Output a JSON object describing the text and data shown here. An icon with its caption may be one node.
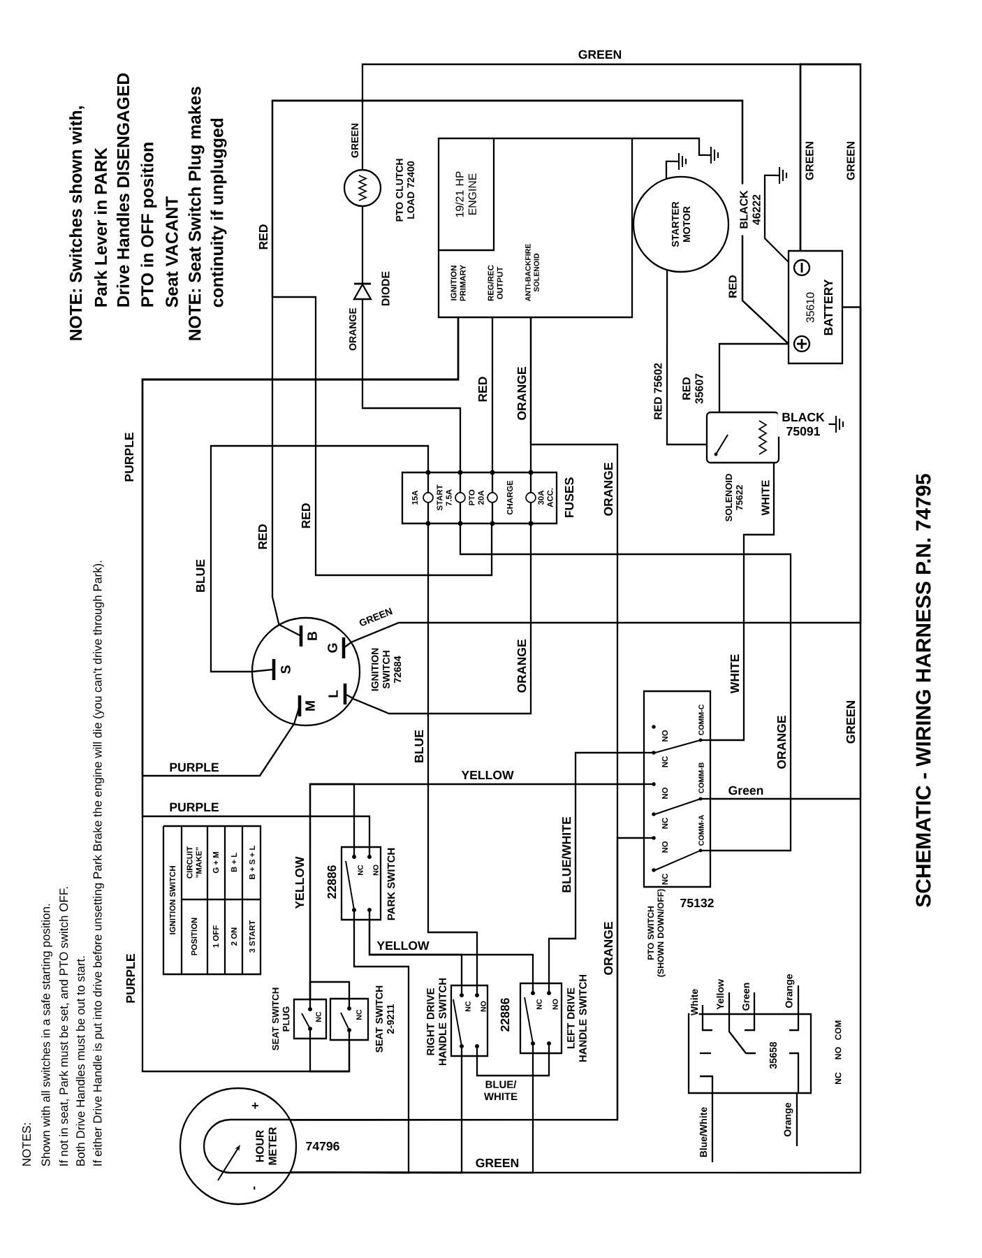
{
  "diagram": {
    "title": "SCHEMATIC - WIRING HARNESS P.N. 74795",
    "nodes": [
      {
        "text": [
          "19/21 HP ENGINE",
          "IGNITION PRIMARY",
          "REG/REC OUTPUT",
          "ANTI-BACKFIRE SOLENOID"
        ]
      },
      {
        "text": [
          "STARTER MOTOR"
        ]
      },
      {
        "text": [
          "35610",
          "BATTERY"
        ]
      },
      {
        "text": [
          "SOLENOID 75622"
        ]
      },
      {
        "text": [
          "PTO CLUTCH LOAD 72400"
        ]
      },
      {
        "text": [
          "DIODE"
        ]
      },
      {
        "text": [
          "15A",
          "START 7.5A",
          "PTO 20A",
          "CHARGE",
          "30A ACC.",
          "FUSES"
        ]
      },
      {
        "text": [
          "B",
          "S",
          "G",
          "M",
          "L",
          "IGNITION SWITCH 72684"
        ]
      },
      {
        "text": [
          "NO",
          "NC",
          "NO",
          "NC",
          "NO",
          "NC",
          "COMM-C",
          "COMM-B",
          "COMM-A",
          "75132",
          "PTO SWITCH (SHOWN DOWN/OFF)"
        ]
      },
      {
        "text": [
          "NC",
          "NO",
          "22886",
          "PARK SWITCH"
        ]
      },
      {
        "text": [
          "NC",
          "SEAT SWITCH PLUG"
        ]
      },
      {
        "text": [
          "NC",
          "SEAT SWITCH 2-9211"
        ]
      },
      {
        "text": [
          "NC",
          "NO",
          "RIGHT DRIVE HANDLE SWITCH"
        ]
      },
      {
        "text": [
          "NC",
          "NO",
          "LEFT DRIVE HANDLE SWITCH"
        ]
      },
      {
        "text": [
          "+",
          "HOUR METER",
          "-",
          "74796"
        ]
      },
      {
        "text": [
          "35658",
          "NC",
          "NO",
          "COM"
        ]
      },
      {
        "text": [],
        "shape": "ground"
      },
      {
        "text": [],
        "shape": "ground"
      },
      {
        "text": [],
        "shape": "ground"
      },
      {
        "text": [],
        "shape": "ground"
      }
    ],
    "edges": [
      {
        "from": 0,
        "to": 7,
        "arrow": "none",
        "label": "PURPLE"
      },
      {
        "from": 0,
        "to": 9,
        "arrow": "none",
        "label": "PURPLE"
      },
      {
        "from": 0,
        "to": 11,
        "arrow": "none",
        "label": "PURPLE"
      },
      {
        "from": 2,
        "to": 7,
        "arrow": "none",
        "label": "RED"
      },
      {
        "from": 2,
        "to": 6,
        "arrow": "none",
        "label": "RED"
      },
      {
        "from": 0,
        "to": 6,
        "arrow": "none",
        "label": "RED"
      },
      {
        "from": 0,
        "to": 6,
        "arrow": "none",
        "label": "ORANGE"
      },
      {
        "from": 5,
        "to": 6,
        "arrow": "none",
        "label": "ORANGE"
      },
      {
        "from": 4,
        "to": 5,
        "arrow": "none"
      },
      {
        "from": 4,
        "to": 2,
        "arrow": "none",
        "label": "GREEN"
      },
      {
        "from": 14,
        "to": 2,
        "arrow": "none",
        "label": "GREEN"
      },
      {
        "from": 9,
        "to": 14,
        "arrow": "none"
      },
      {
        "from": 12,
        "to": 14,
        "arrow": "none"
      },
      {
        "from": 12,
        "to": 13,
        "arrow": "none",
        "label": "BLUE/ WHITE"
      },
      {
        "from": 13,
        "to": 14,
        "arrow": "none"
      },
      {
        "from": 9,
        "to": 13,
        "arrow": "none",
        "label": "YELLOW"
      },
      {
        "from": 13,
        "to": 8,
        "arrow": "none",
        "label": "BLUE/WHITE"
      },
      {
        "from": 7,
        "to": 6,
        "arrow": "none",
        "label": "BLUE"
      },
      {
        "from": 6,
        "to": 12,
        "arrow": "none",
        "label": "BLUE"
      },
      {
        "from": 9,
        "to": 12,
        "arrow": "none"
      },
      {
        "from": 10,
        "to": 8,
        "arrow": "none",
        "label": "YELLOW"
      },
      {
        "from": 9,
        "to": 10,
        "arrow": "none",
        "label": "YELLOW"
      },
      {
        "from": 10,
        "to": 11,
        "arrow": "none"
      },
      {
        "from": 10,
        "to": 11,
        "arrow": "none"
      },
      {
        "from": 7,
        "to": 2,
        "arrow": "none",
        "label": "GREEN"
      },
      {
        "from": 7,
        "to": 6,
        "arrow": "none",
        "label": "ORANGE"
      },
      {
        "from": 3,
        "to": 8,
        "arrow": "none",
        "label": "WHITE"
      },
      {
        "from": 6,
        "to": 8,
        "arrow": "none",
        "label": "ORANGE"
      },
      {
        "from": 0,
        "to": 14,
        "arrow": "none",
        "label": "ORANGE"
      },
      {
        "from": 14,
        "to": 8,
        "arrow": "none",
        "label": "ORANGE"
      },
      {
        "from": 8,
        "to": 2,
        "arrow": "none",
        "label": "Green"
      },
      {
        "from": 1,
        "to": 3,
        "arrow": "none",
        "label": "RED 75602"
      },
      {
        "from": 2,
        "to": 3,
        "arrow": "none",
        "label": "RED 35607"
      },
      {
        "from": 3,
        "to": 19,
        "arrow": "none",
        "label": "BLACK 75091"
      },
      {
        "from": 2,
        "to": 18,
        "arrow": "none",
        "label": "BLACK 46222"
      },
      {
        "from": 1,
        "to": 16,
        "arrow": "none"
      },
      {
        "from": 0,
        "to": 17,
        "arrow": "none"
      },
      {
        "from": 15,
        "to": null,
        "arrow": "none",
        "label": "White"
      },
      {
        "from": 15,
        "to": null,
        "arrow": "none",
        "label": "Yellow"
      },
      {
        "from": 15,
        "to": null,
        "arrow": "none",
        "label": "Green"
      },
      {
        "from": 15,
        "to": null,
        "arrow": "none",
        "label": "Orange"
      },
      {
        "from": 15,
        "to": null,
        "arrow": "none",
        "label": "Blue/White"
      },
      {
        "from": 15,
        "to": null,
        "arrow": "none",
        "label": "Orange"
      }
    ],
    "labels": [
      "NOTE: Switches shown with,",
      "Park Lever in PARK",
      "Drive Handles DISENGAGED",
      "PTO in OFF position",
      "Seat VACANT",
      "NOTE: Seat Switch Plug makes",
      "continuity if unplugged",
      "GREEN",
      "RED",
      "GREEN",
      "GREEN",
      "RED",
      "PURPLE",
      "WHITE",
      "GREEN",
      "IGNITION SWITCH",
      "POSITION",
      "CIRCUIT \"MAKE\"",
      "1 OFF",
      "G + M",
      "2 ON",
      "B + L",
      "3 START",
      "B + S + L",
      "22886",
      "NOTES:",
      "Shown with all switches in a safe starting position.",
      "If not in seat, Park must be set, and PTO switch OFF.",
      "Both Drive Handles must be out to start.",
      "If either Drive Handle is put into drive before unsetting Park Brake the engine will die (you can't drive through Park)."
    ]
  }
}
